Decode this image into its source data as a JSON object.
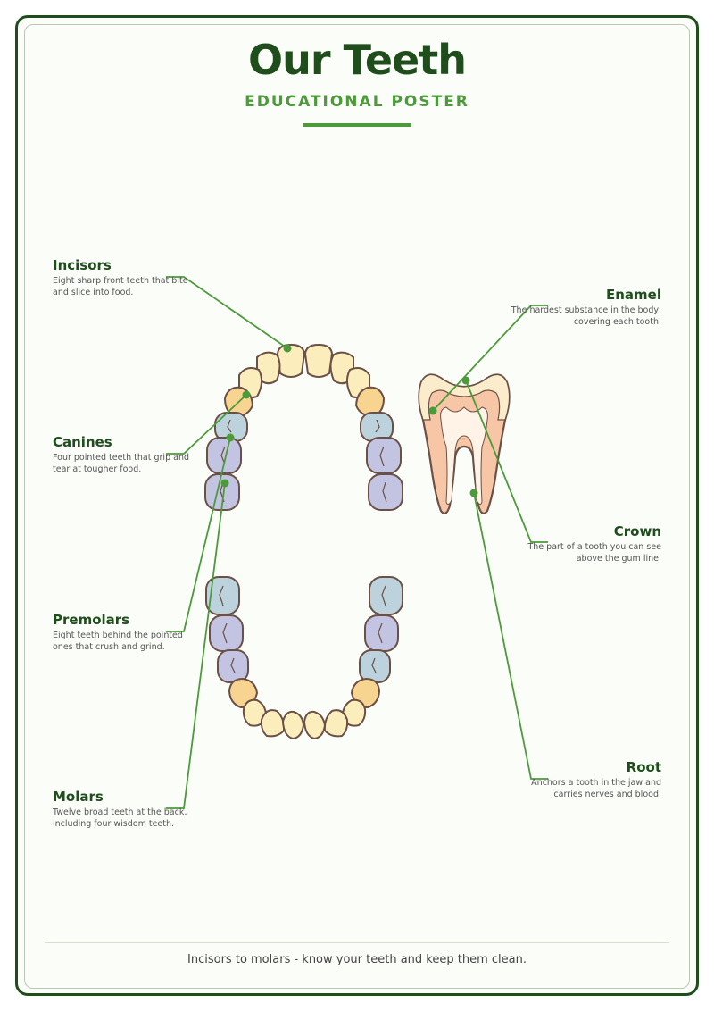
{
  "header": {
    "title": "Our Teeth",
    "subtitle": "EDUCATIONAL POSTER"
  },
  "left_labels": [
    {
      "name": "Incisors",
      "desc": "Eight sharp front teeth that bite and slice into food."
    },
    {
      "name": "Canines",
      "desc": "Four pointed teeth that grip and tear at tougher food."
    },
    {
      "name": "Premolars",
      "desc": "Eight teeth behind the pointed ones that crush and grind."
    },
    {
      "name": "Molars",
      "desc": "Twelve broad teeth at the back, including four wisdom teeth."
    }
  ],
  "right_labels": [
    {
      "name": "Enamel",
      "desc": "The hardest substance in the body, covering each tooth."
    },
    {
      "name": "Crown",
      "desc": "The part of a tooth you can see above the gum line."
    },
    {
      "name": "Root",
      "desc": "Anchors a tooth in the jaw and carries nerves and blood."
    }
  ],
  "colors": {
    "incisor": "#fbeebc",
    "canine": "#f8d491",
    "premolar": "#bcd2dc",
    "molar": "#c3c3e2",
    "tooth_outline": "#6b5046",
    "leader": "#4d9a3b",
    "title": "#1f4d1c"
  },
  "footer": {
    "text": "Incisors to molars - know your teeth and keep them clean."
  }
}
